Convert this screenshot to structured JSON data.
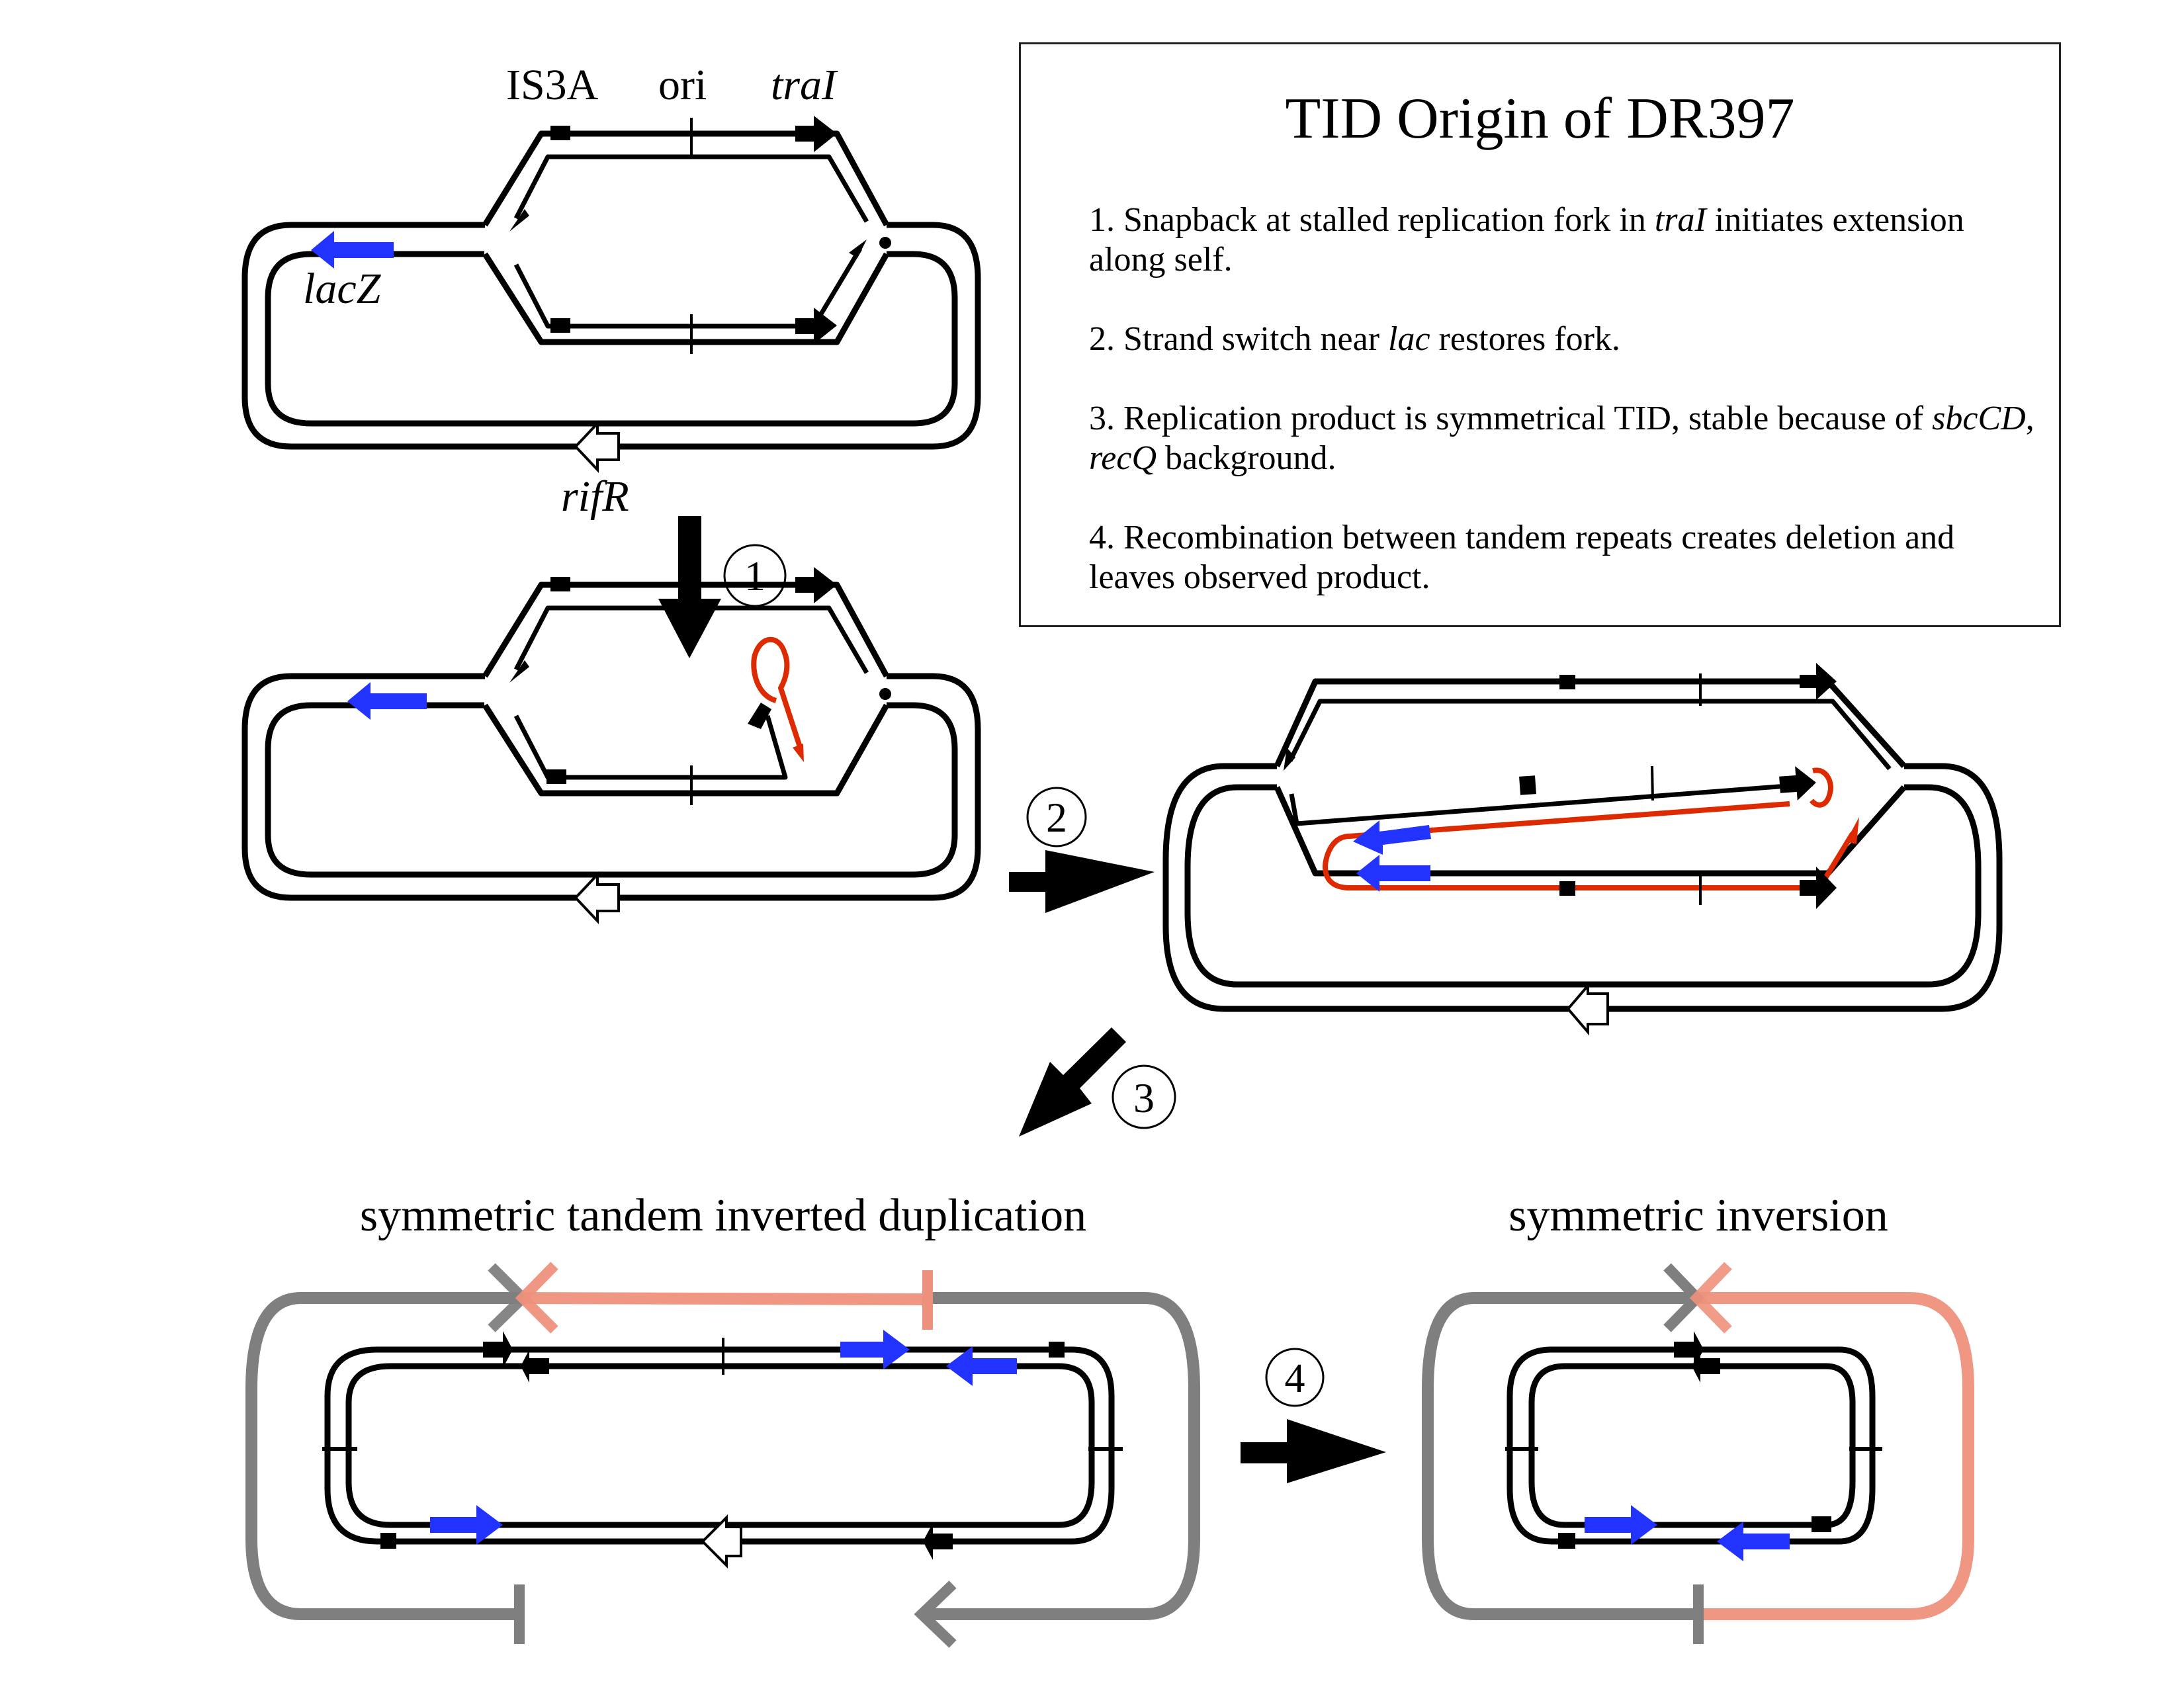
{
  "info_box": {
    "title": "TID Origin of DR397",
    "steps": [
      {
        "num": "1.",
        "parts": [
          {
            "t": " Snapback at stalled replication fork in "
          },
          {
            "t": "traI",
            "italic": true
          },
          {
            "t": " initiates extension along self."
          }
        ]
      },
      {
        "num": "2.",
        "parts": [
          {
            "t": " Strand switch near "
          },
          {
            "t": "lac",
            "italic": true
          },
          {
            "t": " restores fork."
          }
        ]
      },
      {
        "num": "3.",
        "parts": [
          {
            "t": " Replication product is symmetrical TID, stable because of "
          },
          {
            "t": "sbcCD",
            "italic": true
          },
          {
            "t": ", "
          },
          {
            "t": "recQ",
            "italic": true
          },
          {
            "t": " background."
          }
        ]
      },
      {
        "num": "4.",
        "parts": [
          {
            "t": " Recombination between tandem repeats creates deletion and leaves observed product."
          }
        ]
      }
    ]
  },
  "labels": {
    "is3a": "IS3A",
    "ori": "ori",
    "trai": "traI",
    "lacz": "lacZ",
    "rifr": "rifR"
  },
  "steps": {
    "step1": "1",
    "step2": "2",
    "step3": "3",
    "step4": "4"
  },
  "panels": {
    "tid_title": "symmetric tandem inverted duplication",
    "inversion_title": "symmetric inversion"
  },
  "colors": {
    "dna": "#000000",
    "lac_gene": "#2233ff",
    "new_synthesis": "#dd2a00",
    "grey_segment": "#7f7f7f",
    "pink_segment": "#ee917c"
  }
}
